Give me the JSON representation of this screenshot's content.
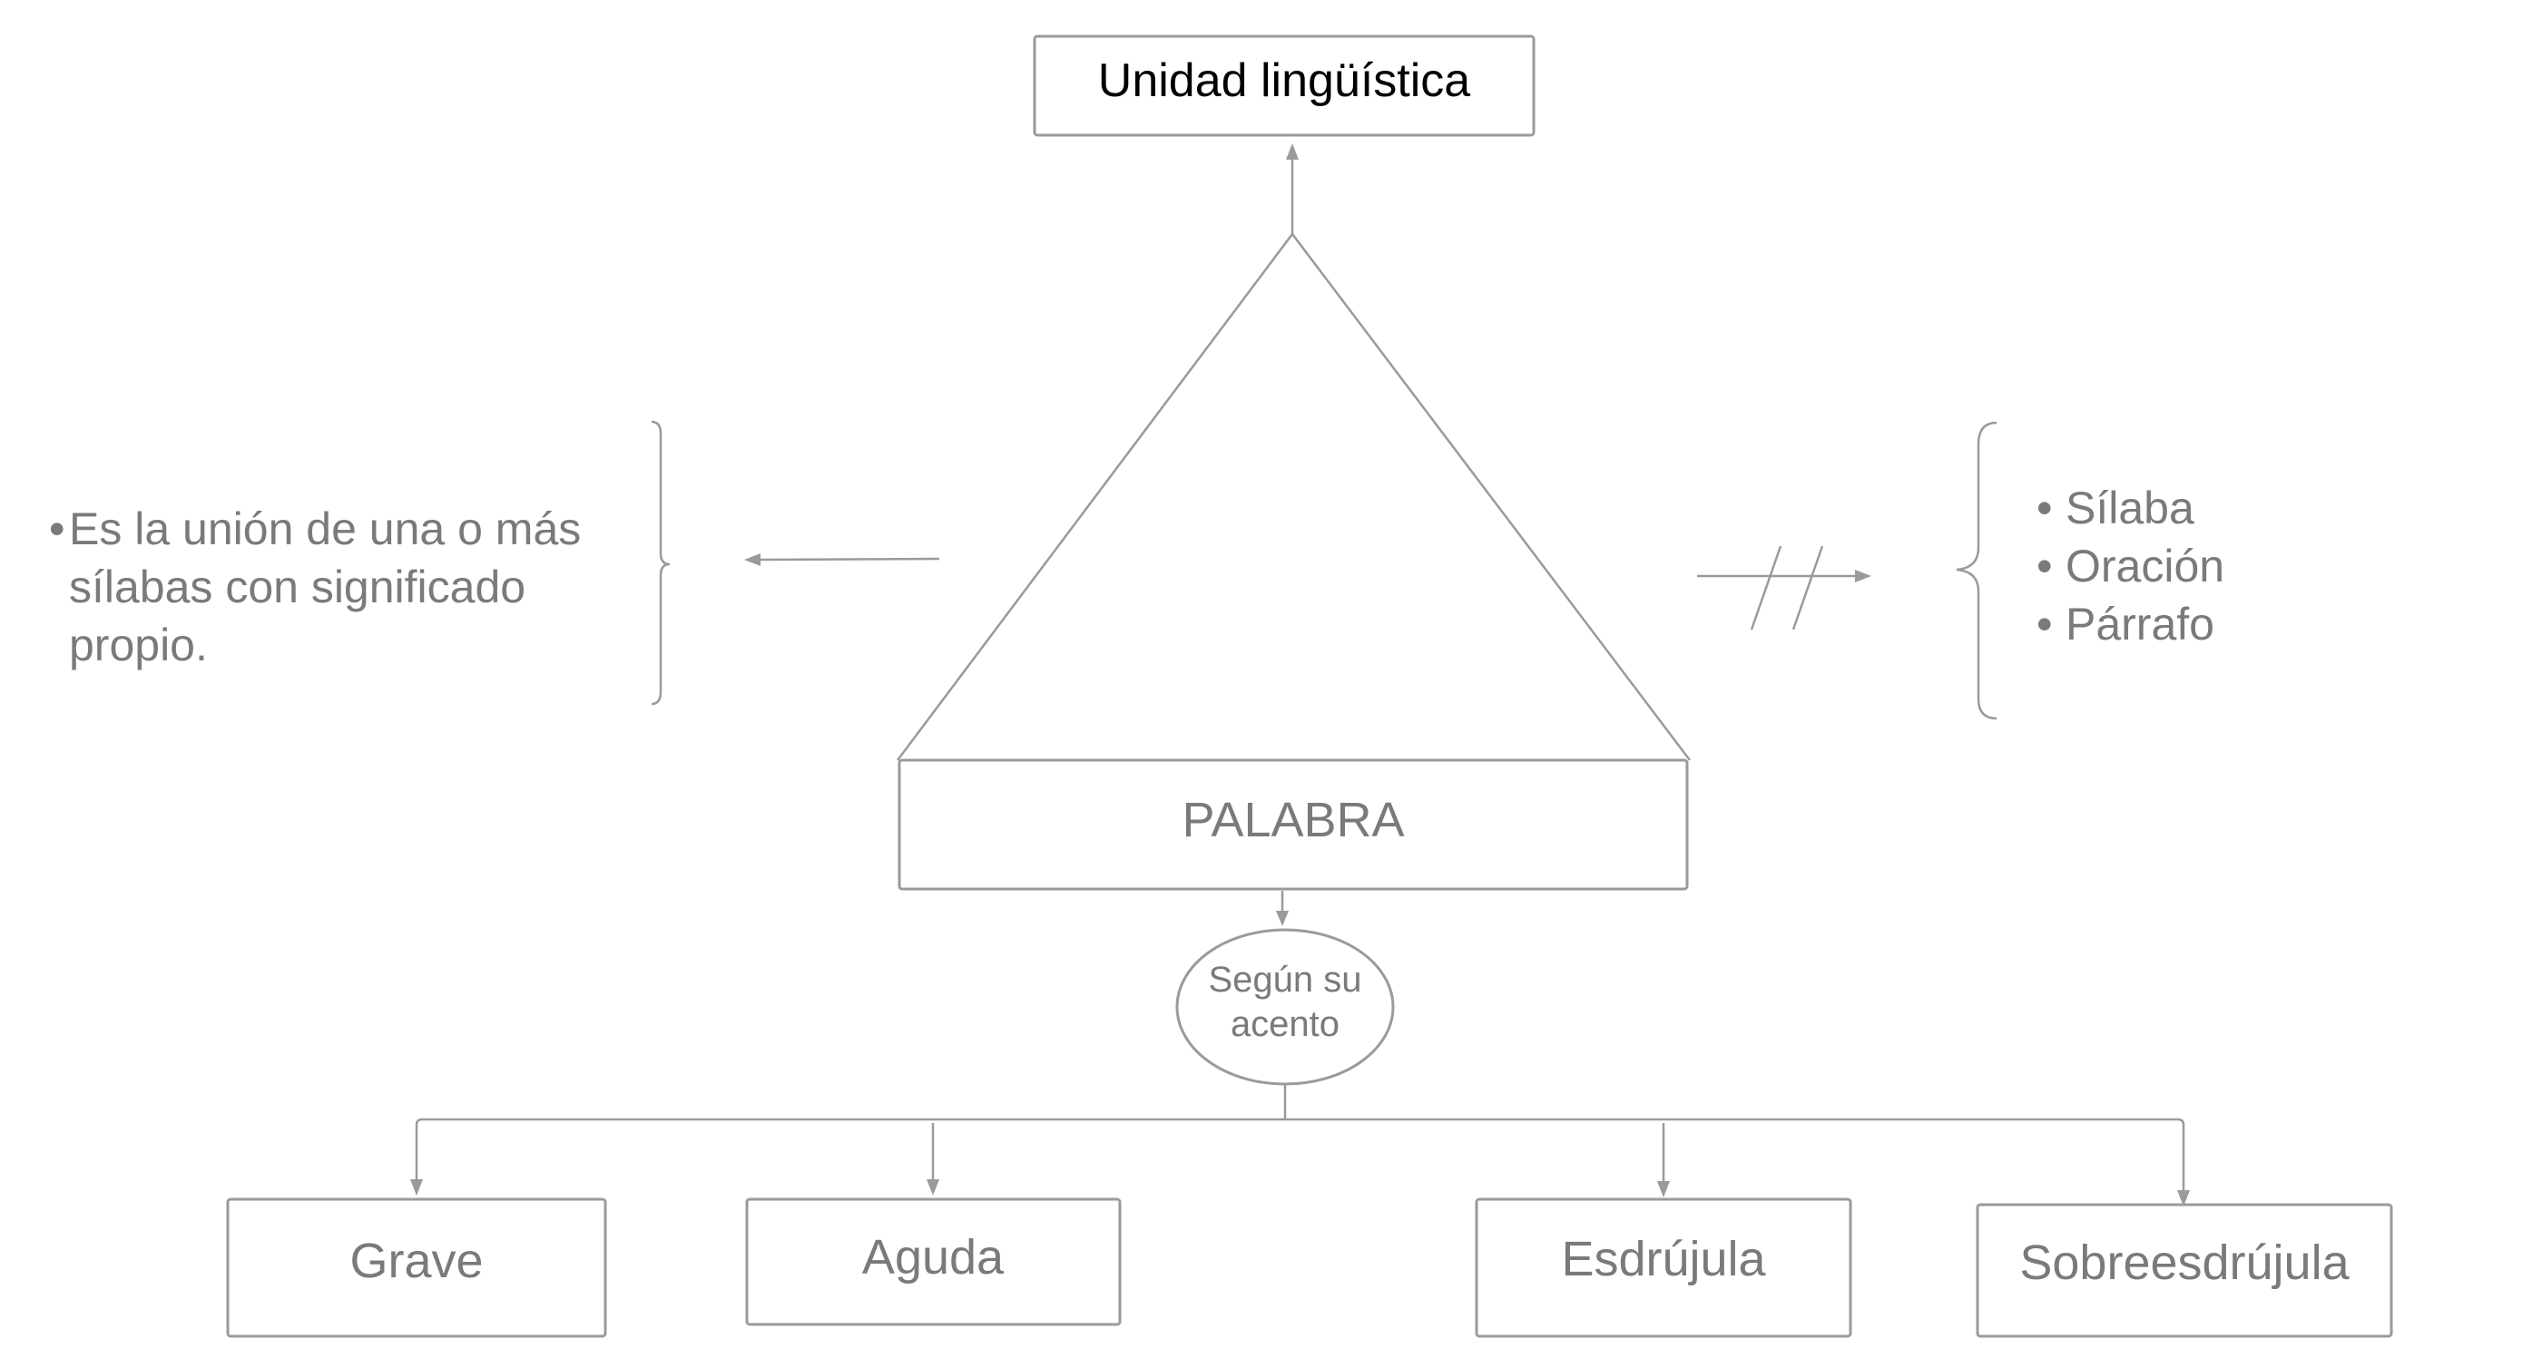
{
  "top_box": {
    "label": "Unidad lingüística"
  },
  "main_box": {
    "label": "PALABRA"
  },
  "definition": {
    "bullet": "•",
    "lines": [
      "Es la unión de una o más",
      "sílabas con significado",
      "propio."
    ]
  },
  "not_list": {
    "bullet": "•",
    "items": [
      "Sílaba",
      "Oración",
      "Párrafo"
    ]
  },
  "classifier": {
    "lines": [
      "Según su",
      "acento"
    ]
  },
  "categories": [
    "Grave",
    "Aguda",
    "Esdrújula",
    "Sobreesdrújula"
  ],
  "colors": {
    "stroke": "#9a9a9a",
    "text": "#7a7a7a",
    "title_text": "#000000"
  }
}
